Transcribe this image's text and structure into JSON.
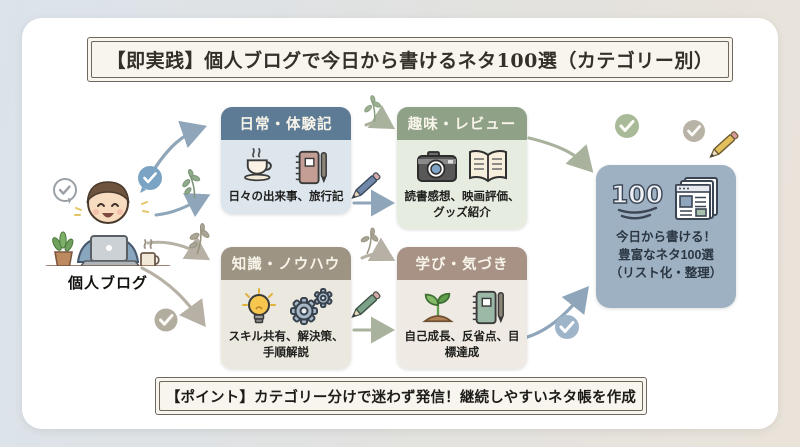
{
  "title": {
    "text": "【即実践】個人ブログで今日から書けるネタ100選（カテゴリー別）"
  },
  "source": {
    "label": "個人ブログ"
  },
  "categories": [
    {
      "header": "日常・体験記",
      "body": "日々の出来事、旅行記",
      "header_color": "#5d7b95",
      "body_color": "#dde6ed",
      "icons": [
        "coffee-cup",
        "notebook-pen"
      ]
    },
    {
      "header": "趣味・レビュー",
      "body": "読書感想、映画評価、グッズ紹介",
      "header_color": "#8fa287",
      "body_color": "#e7ece1",
      "icons": [
        "camera",
        "open-book"
      ]
    },
    {
      "header": "知識・ノウハウ",
      "body": "スキル共有、解決策、手順解説",
      "header_color": "#9d9483",
      "body_color": "#ebe8df",
      "icons": [
        "lightbulb",
        "gears"
      ]
    },
    {
      "header": "学び・気づき",
      "body": "自己成長、反省点、目標達成",
      "header_color": "#a79285",
      "body_color": "#efebe4",
      "icons": [
        "sprout",
        "notebook-pen"
      ]
    }
  ],
  "result": {
    "badge": "100",
    "lines": [
      "今日から書ける！",
      "豊富なネタ100選",
      "（リスト化・整理）"
    ],
    "bg": "#9eb1c3"
  },
  "footer": {
    "text": "【ポイント】カテゴリー分けで迷わず発信！継続しやすいネタ帳を作成"
  },
  "palette": {
    "card_bg": "#ffffff",
    "outer_gradient": [
      "#dbe3eb",
      "#eae3da"
    ],
    "plaque_bg": "#f8f5ee",
    "plaque_border": "#6f685e",
    "arrow_blue": "#8fa6ba",
    "arrow_taupe": "#b7b1a5",
    "arrow_sage": "#a9b29c",
    "check_green": "#a9ba98",
    "check_gray": "#b9b2a7",
    "check_blue": "#9db4c9",
    "check_taupe": "#b3ad9f"
  },
  "decoration_icons": [
    "check-circle",
    "pencil",
    "leaf-sprig",
    "speech-bubble-check"
  ]
}
